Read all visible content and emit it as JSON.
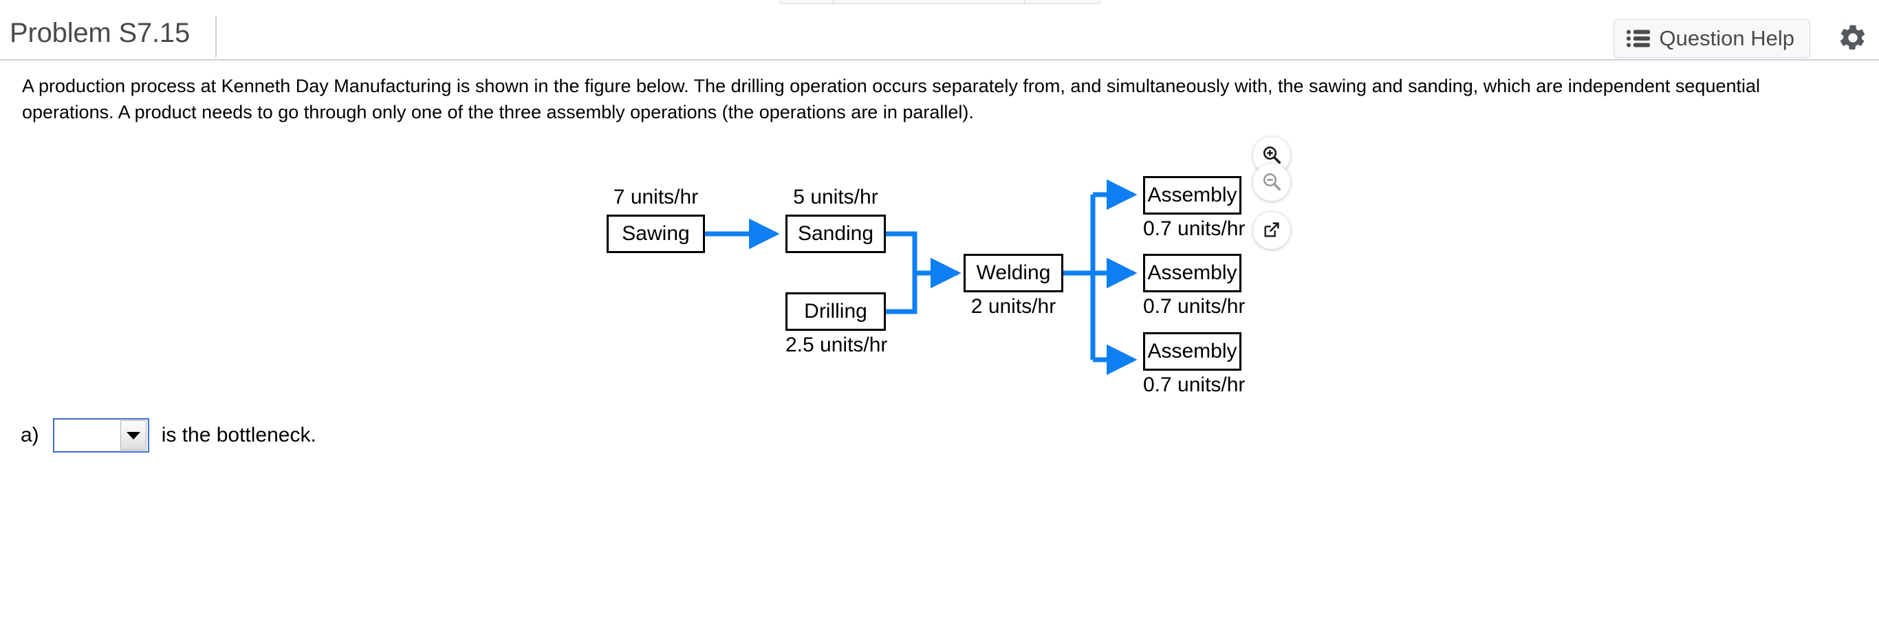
{
  "header": {
    "title": "Problem S7.15",
    "question_help_label": "Question Help",
    "list_icon": "list-icon",
    "gear_icon": "gear-icon"
  },
  "statement": {
    "text": "A production process at Kenneth Day Manufacturing is shown in the figure below. The drilling operation occurs separately from, and simultaneously with, the sawing and sanding, which are independent sequential operations. A product needs to go through only one of the three assembly operations (the operations are in parallel)."
  },
  "figure": {
    "accent_color": "#0d7ff2",
    "nodes": {
      "sawing": {
        "label": "Sawing",
        "rate": "7 units/hr",
        "rate_position": "above"
      },
      "sanding": {
        "label": "Sanding",
        "rate": "5 units/hr",
        "rate_position": "above"
      },
      "drilling": {
        "label": "Drilling",
        "rate": "2.5 units/hr",
        "rate_position": "below"
      },
      "welding": {
        "label": "Welding",
        "rate": "2 units/hr",
        "rate_position": "below"
      },
      "assembly1": {
        "label": "Assembly",
        "rate": "0.7 units/hr",
        "rate_position": "below"
      },
      "assembly2": {
        "label": "Assembly",
        "rate": "0.7 units/hr",
        "rate_position": "below"
      },
      "assembly3": {
        "label": "Assembly",
        "rate": "0.7 units/hr",
        "rate_position": "below"
      }
    },
    "tools": {
      "zoom_in": "zoom-in-icon",
      "zoom_out": "zoom-out-icon",
      "open_new_window": "open-in-new-window-icon"
    }
  },
  "answer": {
    "part_label": "a)",
    "dropdown_value": "",
    "tail_text": "is the bottleneck."
  }
}
